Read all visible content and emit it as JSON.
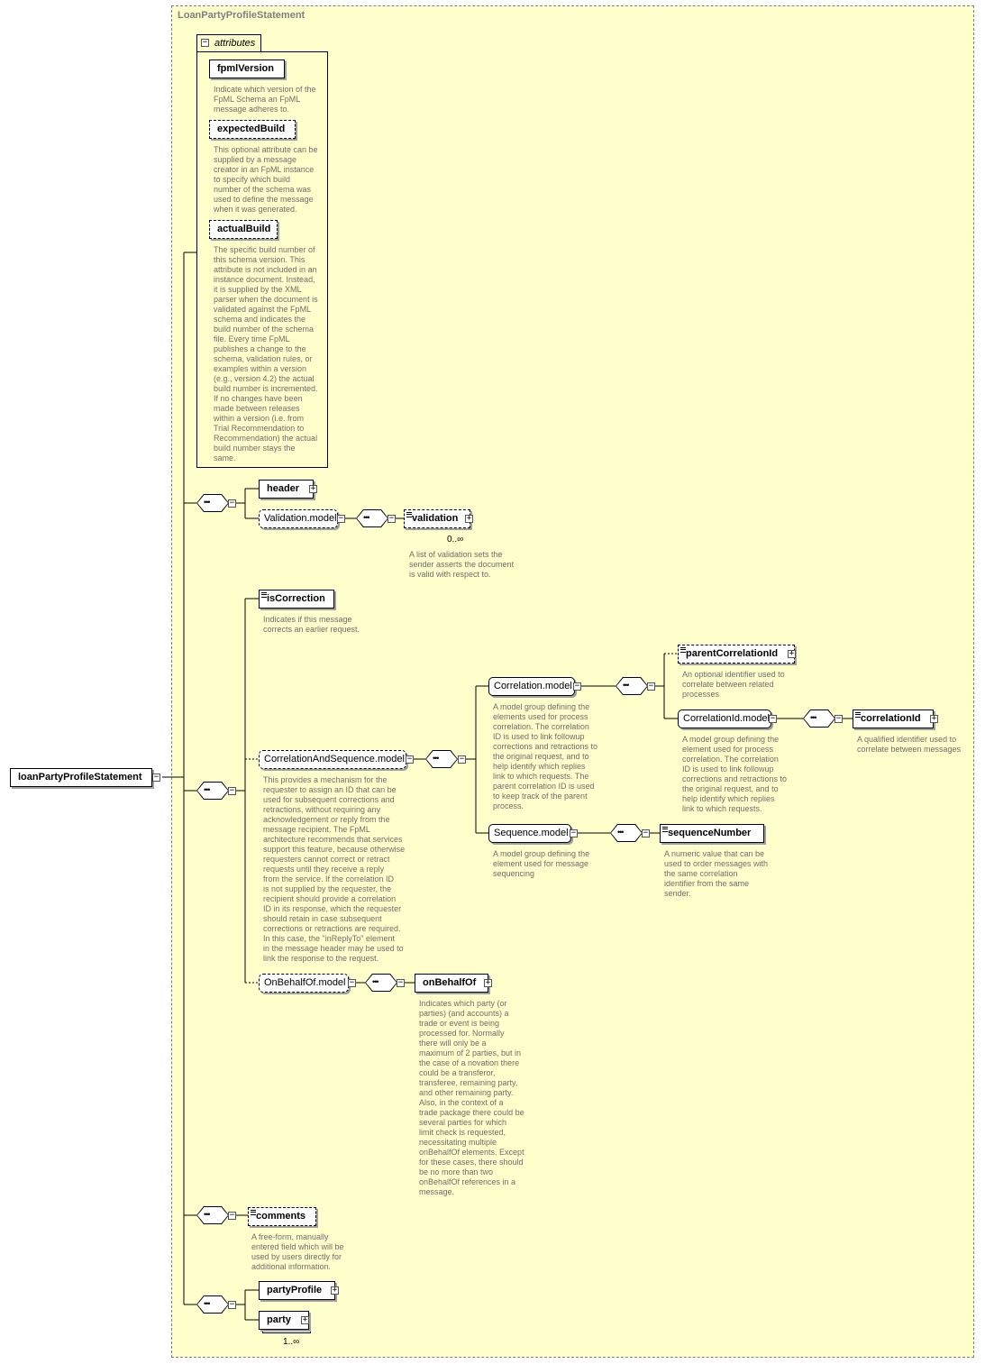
{
  "diagram": {
    "region_title": "LoanPartyProfileStatement",
    "root_element": "loanPartyProfileStatement",
    "attributes_label": "attributes",
    "attributes": [
      {
        "name": "fpmlVersion",
        "doc": [
          "Indicate which version of the",
          "FpML Schema an FpML",
          "message adheres to."
        ]
      },
      {
        "name": "expectedBuild",
        "doc": [
          "This optional attribute can be",
          "supplied by a message",
          "creator in an FpML instance",
          "to specify which build",
          "number of the schema was",
          "used to define the message",
          "when it was generated."
        ]
      },
      {
        "name": "actualBuild",
        "doc": [
          "The specific build number of",
          "this schema version. This",
          "attribute is not included in an",
          "instance document. Instead,",
          "it is supplied by the XML",
          "parser when the document is",
          "validated against the FpML",
          "schema and indicates the",
          "build number of the schema",
          "file. Every time FpML",
          "publishes a change to the",
          "schema, validation rules, or",
          "examples within a version",
          "(e.g., version 4.2) the actual",
          "build number is incremented.",
          "If no changes have been",
          "made between releases",
          "within a version (i.e. from",
          "Trial Recommendation to",
          "Recommendation) the actual",
          "build number stays the",
          "same."
        ]
      }
    ],
    "header": "header",
    "validation_model": "Validation.model",
    "validation": {
      "name": "validation",
      "cardinality": "0..∞",
      "doc": [
        "A list of validation sets the",
        "sender asserts the document",
        "is valid with respect to."
      ]
    },
    "is_correction": {
      "name": "isCorrection",
      "doc": [
        "Indicates if this message",
        "corrects an earlier request."
      ]
    },
    "correlation_and_sequence_model": {
      "name": "CorrelationAndSequence.model",
      "doc": [
        "This provides a mechanism for the",
        "requester to assign an ID that can be",
        "used for subsequent corrections and",
        "retractions, without requiring any",
        "acknowledgement or reply from the",
        "message recipient. The FpML",
        "architecture recommends that services",
        "support this feature, because otherwise",
        "requesters cannot correct or retract",
        "requests until they receive a reply",
        "from the service. If the correlation ID",
        "is not supplied by the requester, the",
        "recipient should provide a correlation",
        "ID in its response, which the requester",
        "should retain in case subsequent",
        "corrections or retractions are required.",
        "In this case, the \"inReplyTo\" element",
        "in the message header may be used to",
        "link the response to the request."
      ]
    },
    "correlation_model": {
      "name": "Correlation.model",
      "doc": [
        "A model group defining the",
        "elements used for process",
        "correlation. The correlation",
        "ID is used to link followup",
        "corrections and retractions to",
        "the original request, and to",
        "help identify which replies",
        "link to which requests. The",
        "parent correlation ID is used",
        "to keep track of the parent",
        "process."
      ]
    },
    "parent_correlation_id": {
      "name": "parentCorrelationId",
      "doc": [
        "An optional identifier used to",
        "correlate between related",
        "processes"
      ]
    },
    "correlation_id_model": {
      "name": "CorrelationId.model",
      "doc": [
        "A model group defining the",
        "element used for process",
        "correlation. The correlation",
        "ID is used to link followup",
        "corrections and retractions to",
        "the original request, and to",
        "help identify which replies",
        "link to which requests."
      ]
    },
    "correlation_id": {
      "name": "correlationId",
      "doc": [
        "A qualified identifier used to",
        "correlate between messages"
      ]
    },
    "sequence_model": {
      "name": "Sequence.model",
      "doc": [
        "A model group defining the",
        "element used for message",
        "sequencing"
      ]
    },
    "sequence_number": {
      "name": "sequenceNumber",
      "doc": [
        "A numeric value that can be",
        "used to order messages with",
        "the same correlation",
        "identifier from the same",
        "sender."
      ]
    },
    "on_behalf_of_model": {
      "name": "OnBehalfOf.model"
    },
    "on_behalf_of": {
      "name": "onBehalfOf",
      "doc": [
        "Indicates which party (or",
        "parties) (and accounts) a",
        "trade or event is being",
        "processed for. Normally",
        "there will only be a",
        "maximum of 2 parties, but in",
        "the case of a novation there",
        "could be a transferor,",
        "transferee, remaining party,",
        "and other remaining party.",
        "Also, in the context of a",
        "trade package there could be",
        "several parties for which",
        "limit check is requested,",
        "necessitating multiple",
        "onBehalfOf elements. Except",
        "for these cases, there should",
        "be no more than two",
        "onBehalfOf references in a",
        "message."
      ]
    },
    "comments": {
      "name": "comments",
      "doc": [
        "A free-form, manually",
        "entered field which will be",
        "used by users directly for",
        "additional information."
      ]
    },
    "party_profile": "partyProfile",
    "party": {
      "name": "party",
      "cardinality": "1..∞"
    }
  }
}
